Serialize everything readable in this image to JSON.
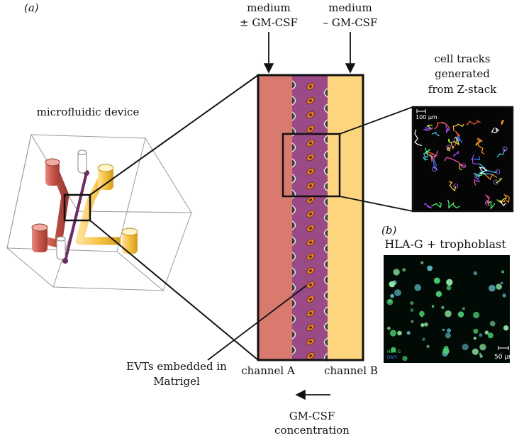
{
  "panel_a": {
    "label": "(a)",
    "device_label": "microfluidic device",
    "medium_left": [
      "medium",
      "± GM-CSF"
    ],
    "medium_right": [
      "medium",
      "– GM-CSF"
    ],
    "channel_a": "channel A",
    "channel_b": "channel B",
    "evt_label": [
      "EVTs embedded in",
      "Matrigel"
    ],
    "gradient_label": [
      "GM-CSF",
      "concentration"
    ],
    "tracks_title": [
      "cell tracks",
      "generated",
      "from Z-stack"
    ],
    "tracks_scale": "100 μm"
  },
  "panel_b": {
    "label": "(b)",
    "title": "HLA-G + trophoblast",
    "legend_hla": "HLA-G",
    "legend_dapi": "DAPI",
    "scale": "50 μm"
  },
  "colors": {
    "channel_a": "#d97a6e",
    "channel_b": "#fdd57e",
    "matrigel": "#9a4a86",
    "evt": "#e07b2a",
    "tube_red": "#c8574a",
    "tube_yellow": "#f5c040",
    "tube_purple": "#6b2a63"
  }
}
